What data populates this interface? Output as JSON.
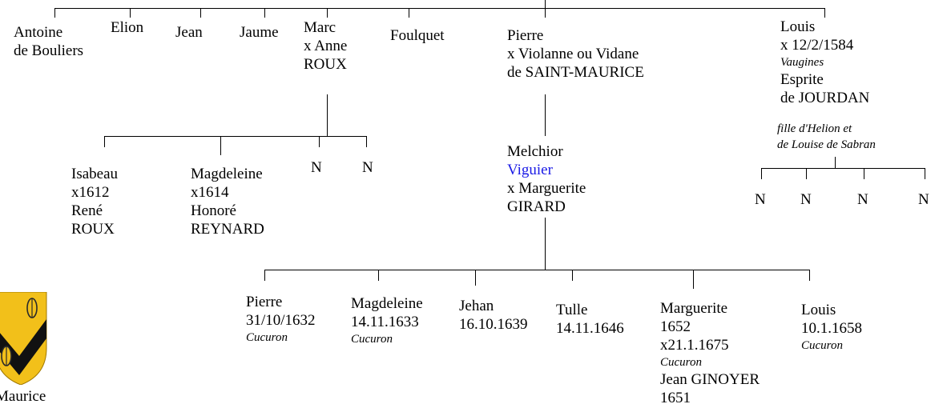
{
  "generation1": [
    {
      "lines": [
        "Antoine",
        "de Bouliers"
      ]
    },
    {
      "lines": [
        "Elion"
      ]
    },
    {
      "lines": [
        "Jean"
      ]
    },
    {
      "lines": [
        "Jaume"
      ]
    },
    {
      "lines": [
        "Marc",
        "x Anne",
        "ROUX"
      ]
    },
    {
      "lines": [
        "Foulquet"
      ]
    },
    {
      "lines": [
        "Pierre",
        "x Violanne ou Vidane",
        "de SAINT-MAURICE"
      ]
    },
    {
      "lines": [
        "Louis",
        "x 12/2/1584"
      ],
      "place": "Vaugines",
      "lines2": [
        "Esprite",
        "de JOURDAN"
      ],
      "notes": [
        "fille d'Helion et",
        "de Louise de Sabran"
      ]
    }
  ],
  "marc_children": [
    {
      "lines": [
        "Isabeau",
        "x1612",
        "René",
        "ROUX"
      ]
    },
    {
      "lines": [
        "Magdeleine",
        "x1614",
        "Honoré",
        "REYNARD"
      ]
    },
    {
      "lines": [
        "N"
      ]
    },
    {
      "lines": [
        "N"
      ]
    }
  ],
  "melchior": {
    "name": "Melchior",
    "title": "Viguier",
    "spouse": "x Marguerite",
    "spouse_name": "GIRARD"
  },
  "louis_children": [
    "N",
    "N",
    "N",
    "N"
  ],
  "melchior_children": [
    {
      "lines": [
        "Pierre",
        "31/10/1632"
      ],
      "place": "Cucuron"
    },
    {
      "lines": [
        "Magdeleine",
        "14.11.1633"
      ],
      "place": "Cucuron"
    },
    {
      "lines": [
        "Jehan",
        "16.10.1639"
      ]
    },
    {
      "lines": [
        "Tulle",
        "14.11.1646"
      ]
    },
    {
      "lines": [
        "Marguerite",
        "1652",
        "x21.1.1675"
      ],
      "place": "Cucuron",
      "after": [
        "Jean GINOYER",
        "1651"
      ]
    },
    {
      "lines": [
        "Louis",
        "10.1.1658"
      ],
      "place": "Cucuron"
    }
  ],
  "crest": {
    "caption": "Maurice",
    "field_color": "#f2c01a",
    "chevron_color": "#111111",
    "icon": "coat-of-arms-icon"
  }
}
